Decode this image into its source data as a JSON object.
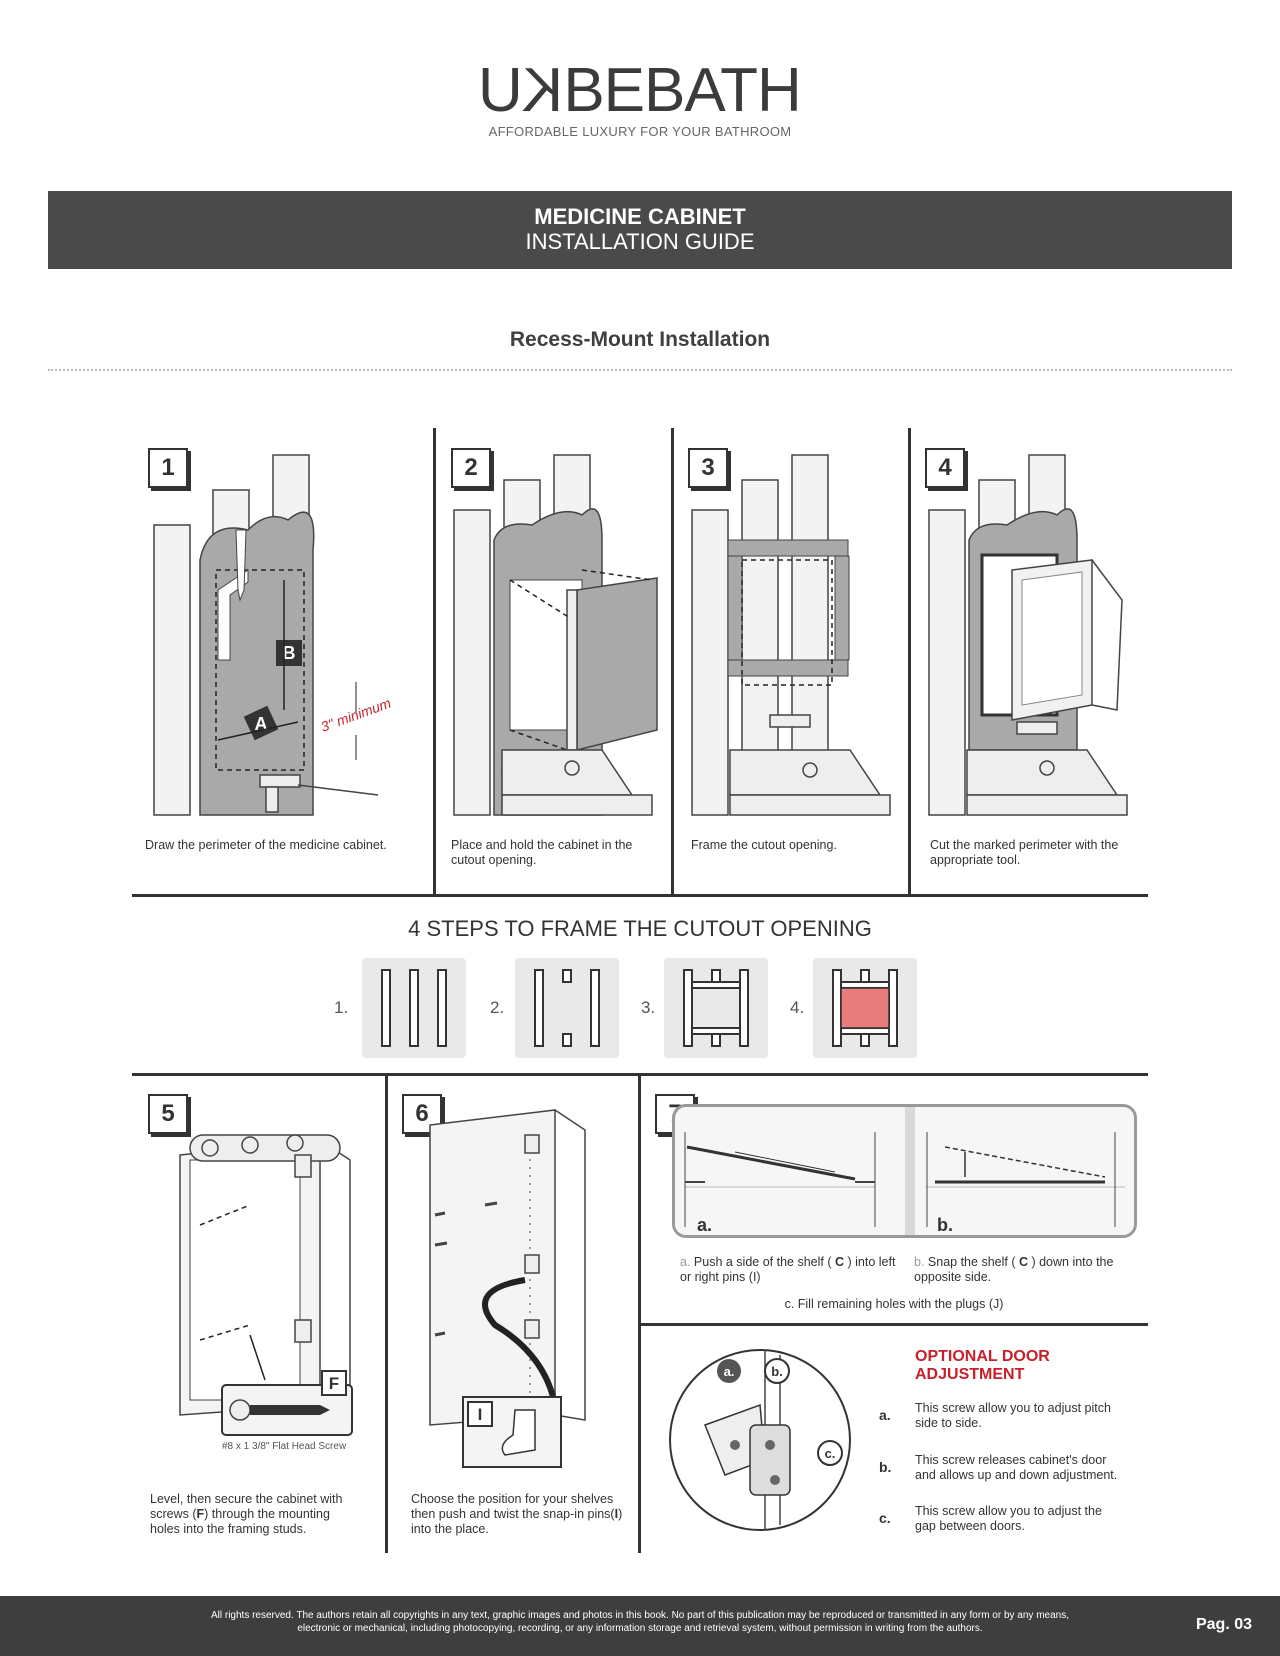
{
  "brand": {
    "logo_reversed": "KU",
    "logo_rest": "BEBATH",
    "tagline": "AFFORDABLE LUXURY FOR YOUR BATHROOM"
  },
  "banner": {
    "title": "MEDICINE CABINET",
    "subtitle": "INSTALLATION GUIDE"
  },
  "section_title": "Recess-Mount Installation",
  "steps_top": [
    {
      "num": "1",
      "caption": "Draw the perimeter of the medicine cabinet."
    },
    {
      "num": "2",
      "caption": "Place and hold the cabinet in the cutout opening."
    },
    {
      "num": "3",
      "caption": "Frame the cutout opening."
    },
    {
      "num": "4",
      "caption": "Cut the marked perimeter with the appropriate tool."
    }
  ],
  "step1_labels": {
    "a": "A",
    "b": "B",
    "minimum": "3\" minimum"
  },
  "framing": {
    "title": "4 STEPS TO FRAME THE CUTOUT OPENING",
    "labels": [
      "1.",
      "2.",
      "3.",
      "4."
    ],
    "highlight_color": "#e87b7b"
  },
  "step5": {
    "num": "5",
    "part": "F",
    "screw_note": "#8 x 1 3/8\" Flat Head Screw",
    "caption_pre": "Level, then secure the cabinet with screws (",
    "caption_bold": "F",
    "caption_post": ") through the mounting holes into the framing studs."
  },
  "step6": {
    "num": "6",
    "part": "I",
    "caption_pre": "Choose the position for your shelves then push and twist the snap-in pins(",
    "caption_bold": "I",
    "caption_post": ") into the place."
  },
  "step7": {
    "num": "7",
    "panel_a": "a.",
    "panel_b": "b.",
    "cap_a_letter": "a.",
    "cap_a_pre": "Push a side of the shelf ( ",
    "cap_a_bold": "C",
    "cap_a_post": " ) into left or right pins (I)",
    "cap_b_letter": "b.",
    "cap_b_pre": "Snap the shelf ( ",
    "cap_b_bold": "C",
    "cap_b_post": " ) down into the opposite side.",
    "cap_c": "c. Fill remaining holes with the plugs (J)"
  },
  "optional": {
    "title_line1": "OPTIONAL DOOR",
    "title_line2": "ADJUSTMENT",
    "callouts": [
      "a.",
      "b.",
      "c."
    ],
    "items": [
      {
        "letter": "a.",
        "text": "This screw allow you to adjust pitch side to side."
      },
      {
        "letter": "b.",
        "text": "This screw releases cabinet's door and allows up and down adjustment."
      },
      {
        "letter": "c.",
        "text": "This screw allow you to adjust the gap between doors."
      }
    ]
  },
  "footer": {
    "legal_line1": "All rights reserved. The authors retain all copyrights in any text, graphic images and photos in this book. No part of this publication may be reproduced or transmitted in any form or by any means,",
    "legal_line2": "electronic or mechanical, including photocopying, recording, or any information storage and retrieval system, without permission in writing from the authors.",
    "page": "Pag. 03"
  }
}
